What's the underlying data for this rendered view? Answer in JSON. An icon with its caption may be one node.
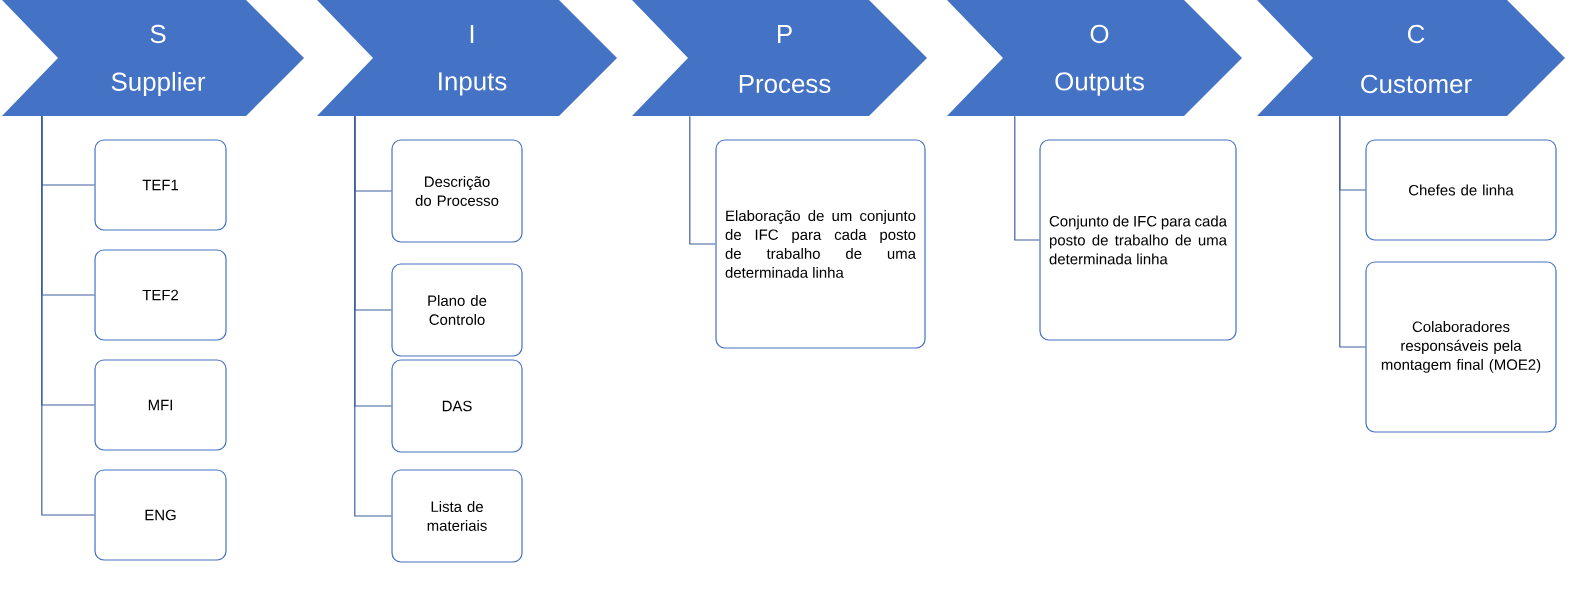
{
  "diagram": {
    "nodes": [
      {
        "text": [
          "S",
          "Supplier"
        ]
      },
      {
        "text": [
          "TEF1"
        ]
      },
      {
        "text": [
          "TEF2"
        ]
      },
      {
        "text": [
          "MFI"
        ]
      },
      {
        "text": [
          "ENG"
        ]
      },
      {
        "text": [
          "I",
          "Inputs"
        ]
      },
      {
        "text": [
          "Descrição do Processo"
        ]
      },
      {
        "text": [
          "Plano de Controlo"
        ]
      },
      {
        "text": [
          "DAS"
        ]
      },
      {
        "text": [
          "Lista de materiais"
        ]
      },
      {
        "text": [
          "P",
          "Process"
        ]
      },
      {
        "text": [
          "Elaboração de um conjunto de IFC para cada posto de trabalho de uma determinada linha"
        ]
      },
      {
        "text": [
          "O",
          "Outputs"
        ]
      },
      {
        "text": [
          "Conjunto de IFC para cada posto de trabalho de uma determinada linha"
        ]
      },
      {
        "text": [
          "C",
          "Customer"
        ]
      },
      {
        "text": [
          "Chefes de linha"
        ]
      },
      {
        "text": [
          "Colaboradores responsáveis pela montagem final (MOE2)"
        ]
      }
    ],
    "edges": [
      {
        "from": 0,
        "to": 1,
        "arrow": "none"
      },
      {
        "from": 0,
        "to": 2,
        "arrow": "none"
      },
      {
        "from": 0,
        "to": 3,
        "arrow": "none"
      },
      {
        "from": 0,
        "to": 4,
        "arrow": "none"
      },
      {
        "from": 5,
        "to": 6,
        "arrow": "none"
      },
      {
        "from": 5,
        "to": 7,
        "arrow": "none"
      },
      {
        "from": 5,
        "to": 8,
        "arrow": "none"
      },
      {
        "from": 5,
        "to": 9,
        "arrow": "none"
      },
      {
        "from": 10,
        "to": 11,
        "arrow": "none"
      },
      {
        "from": 12,
        "to": 13,
        "arrow": "none"
      },
      {
        "from": 14,
        "to": 15,
        "arrow": "none"
      },
      {
        "from": 14,
        "to": 16,
        "arrow": "none"
      }
    ]
  }
}
